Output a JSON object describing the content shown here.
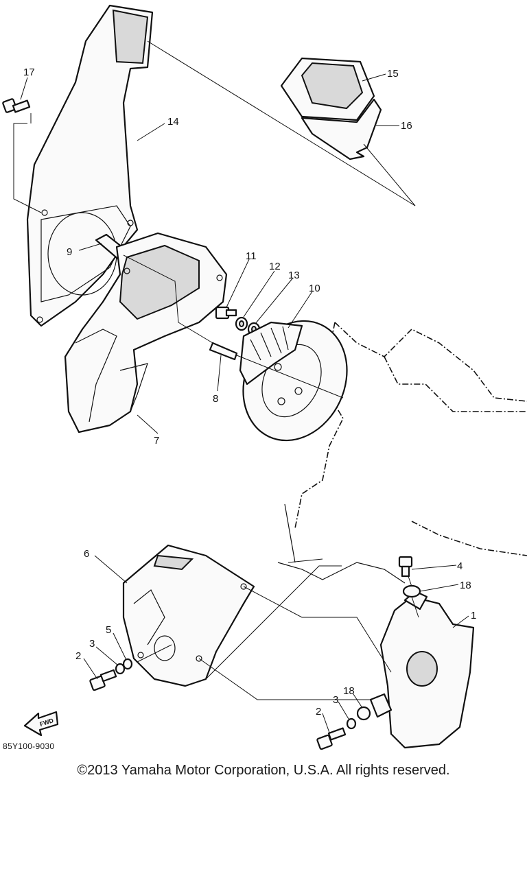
{
  "callouts": {
    "c1": "1",
    "c2a": "2",
    "c2b": "2",
    "c3a": "3",
    "c3b": "3",
    "c4": "4",
    "c5": "5",
    "c6": "6",
    "c7": "7",
    "c8": "8",
    "c9": "9",
    "c10": "10",
    "c11": "11",
    "c12": "12",
    "c13": "13",
    "c14": "14",
    "c15": "15",
    "c16": "16",
    "c17": "17",
    "c18a": "18",
    "c18b": "18"
  },
  "fwd_badge": "FWD",
  "reference_code": "85Y100-9030",
  "copyright": "©2013 Yamaha Motor Corporation, U.S.A. All rights reserved."
}
